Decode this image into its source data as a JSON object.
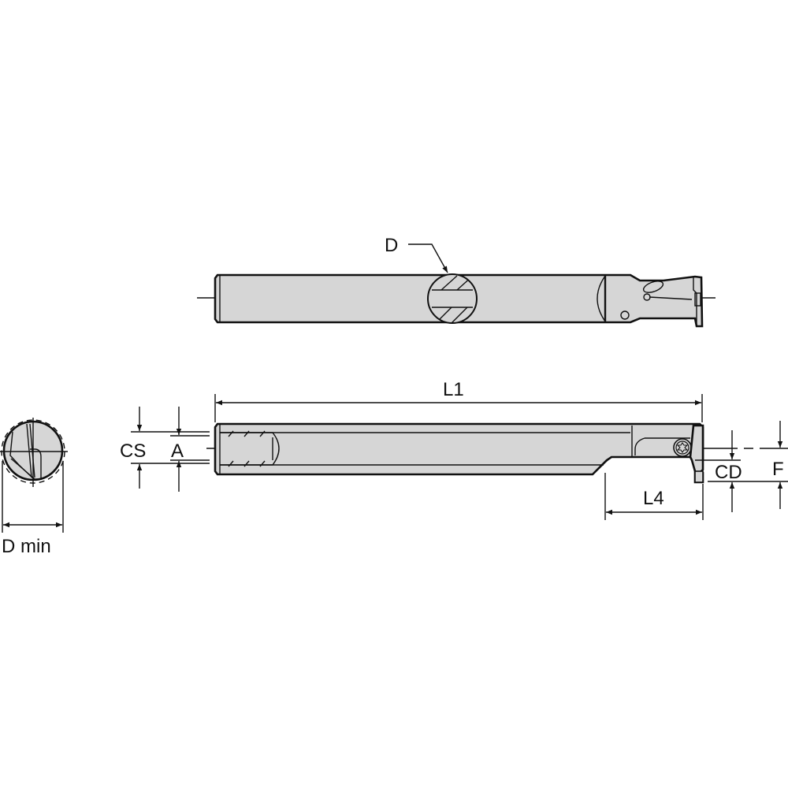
{
  "drawing": {
    "title": "Internal grooving boring bar - dimension drawing",
    "colors": {
      "body_fill": "#d6d6d6",
      "line": "#111111",
      "background": "#ffffff"
    },
    "top_view": {
      "labels": {
        "diameter": "D"
      }
    },
    "side_view": {
      "labels": {
        "overall_length": "L1",
        "head_length": "L4",
        "coolant_size": "CS",
        "coolant_a": "A",
        "cutting_depth": "CD",
        "functional_size": "F"
      }
    },
    "end_view": {
      "labels": {
        "min_bore_diameter": "D min"
      }
    },
    "icons": {
      "torx_screw": "torx-screw-icon",
      "section_hatch": "section-hatch-icon"
    }
  }
}
